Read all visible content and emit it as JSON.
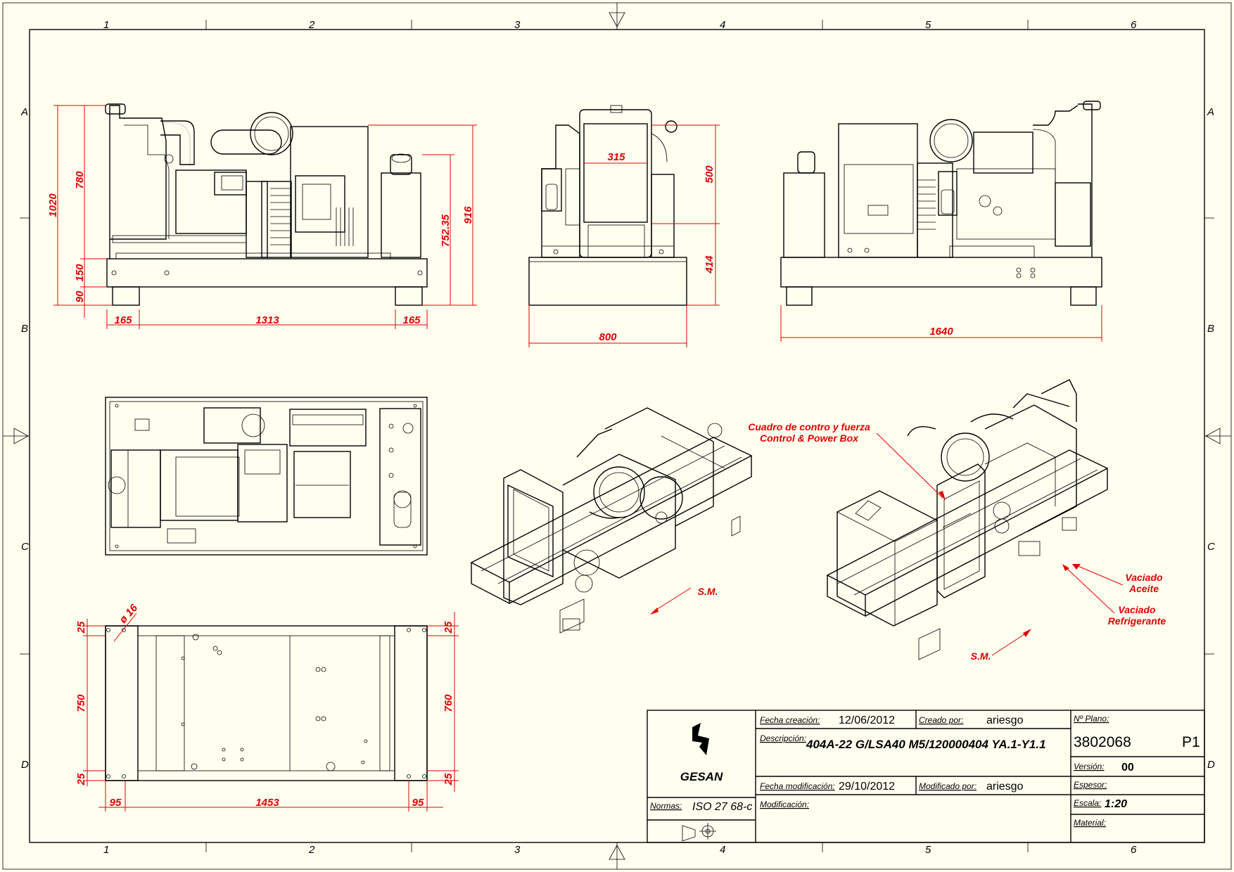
{
  "grid": {
    "columns": [
      "1",
      "2",
      "3",
      "4",
      "5",
      "6"
    ],
    "rows": [
      "A",
      "B",
      "C",
      "D"
    ]
  },
  "dimensions": {
    "side_view": {
      "overall_height": "1020",
      "engine_height": "780",
      "frame_height": "150",
      "foot_height": "90",
      "radiator_height": "752.35",
      "total_height": "916",
      "left_offset": "165",
      "center_length": "1313",
      "right_offset": "165"
    },
    "front_view": {
      "radiator_width": "315",
      "upper_height": "500",
      "lower_height": "414",
      "overall_width": "800"
    },
    "rear_view": {
      "overall_length": "1640"
    },
    "base_view": {
      "top_margin": "25",
      "left_width": "750",
      "bottom_margin": "25",
      "hole_diameter": "ø 16",
      "right_top": "25",
      "right_width": "760",
      "right_bottom": "25",
      "left_offset": "95",
      "center_length": "1453",
      "right_offset": "95"
    }
  },
  "annotations": {
    "control_box_es": "Cuadro de contro y fuerza",
    "control_box_en": "Control & Power Box",
    "oil_drain_line1": "Vaciado",
    "oil_drain_line2": "Aceite",
    "coolant_drain_line1": "Vaciado",
    "coolant_drain_line2": "Refrigerante",
    "sm_left": "S.M.",
    "sm_right": "S.M."
  },
  "title_block": {
    "logo_text": "GESAN",
    "fecha_creacion_label": "Fecha creación:",
    "fecha_creacion": "12/06/2012",
    "creado_por_label": "Creado por:",
    "creado_por": "ariesgo",
    "descripcion_label": "Descripción:",
    "descripcion": "404A-22 G/LSA40 M5/120000404 YA.1-Y1.1",
    "fecha_modificacion_label": "Fecha modificación:",
    "fecha_modificacion": "29/10/2012",
    "modificado_por_label": "Modificado por:",
    "modificado_por": "ariesgo",
    "modificacion_label": "Modificación:",
    "normas_label": "Normas:",
    "normas": "ISO 27 68-c",
    "plano_label": "Nº Plano:",
    "plano": "3802068",
    "plano_rev": "P1",
    "version_label": "Versión:",
    "version": "00",
    "espesor_label": "Espesor:",
    "escala_label": "Escala:",
    "escala": "1:20",
    "material_label": "Material:"
  }
}
